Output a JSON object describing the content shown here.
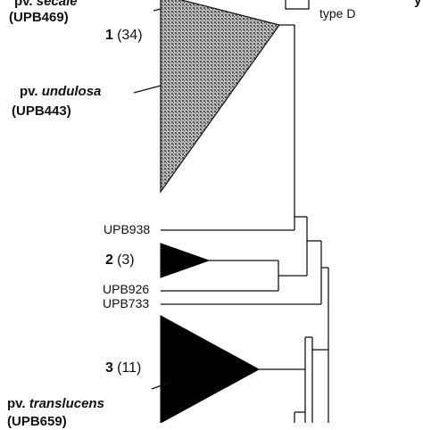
{
  "legend": {
    "type_label": "type D",
    "partial_text": "y"
  },
  "pathovars": [
    {
      "id": "secale",
      "prefix": "pv.",
      "name": "secale",
      "code": "(UPB469)"
    },
    {
      "id": "undulosa",
      "prefix": "pv.",
      "name": "undulosa",
      "code": "(UPB443)"
    },
    {
      "id": "translucens",
      "prefix": "pv.",
      "name": "translucens",
      "code": "(UPB659)"
    }
  ],
  "clusters": [
    {
      "number": "1",
      "count": "(34)",
      "fill": "#8a8a8a"
    },
    {
      "number": "2",
      "count": "(3)",
      "fill": "#000000"
    },
    {
      "number": "3",
      "count": "(11)",
      "fill": "#000000"
    }
  ],
  "strains": [
    "UPB938",
    "UPB926",
    "UPB733"
  ],
  "colors": {
    "line": "#111111",
    "cluster1_pattern": "#8a8a8a"
  }
}
